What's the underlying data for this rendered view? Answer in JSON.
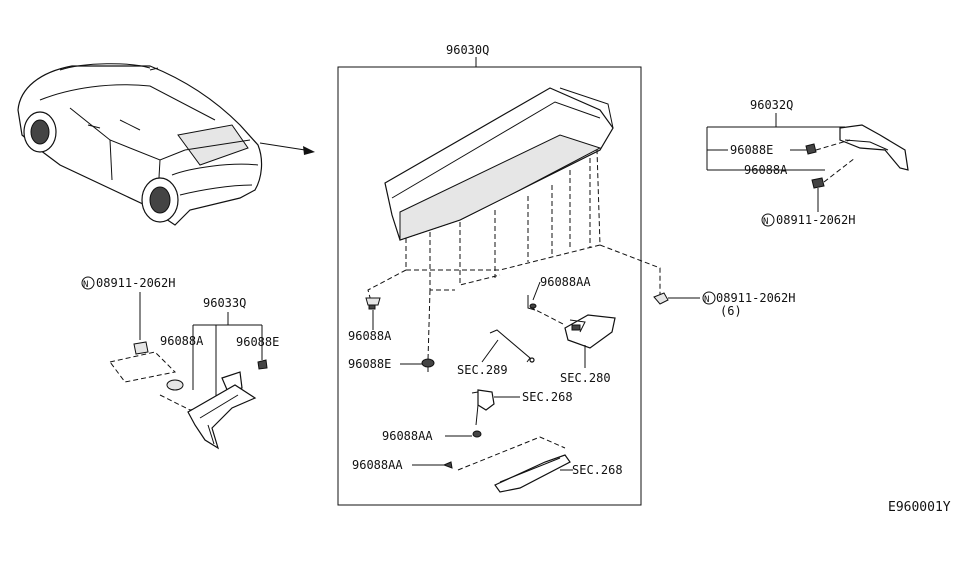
{
  "diagram": {
    "code": "E960001Y",
    "labels": {
      "main_assembly": "96030Q",
      "right_spoiler": "96032Q",
      "left_spoiler": "96033Q",
      "clip_e": "96088E",
      "clip_a": "96088A",
      "clip_aa": "96088AA",
      "nut": "08911-2062H",
      "nut_circle": "N",
      "nut_qty": "(6)",
      "sec_289": "SEC.289",
      "sec_280": "SEC.280",
      "sec_268": "SEC.268"
    }
  }
}
